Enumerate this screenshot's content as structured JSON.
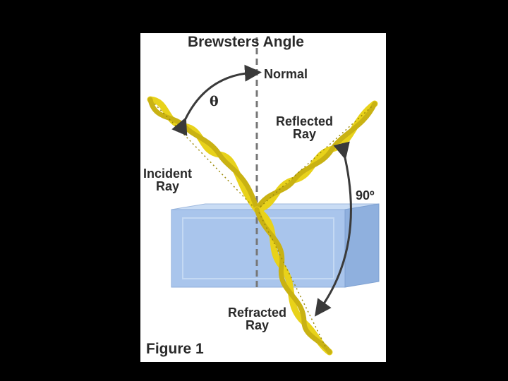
{
  "diagram": {
    "title": "Brewsters Angle",
    "normal_label": "Normal",
    "theta_label": "θ",
    "reflected_label": [
      "Reflected",
      "Ray"
    ],
    "incident_label": [
      "Incident",
      "Ray"
    ],
    "angle_label": "90º",
    "refracted_label": [
      "Refracted",
      "Ray"
    ],
    "figure_label": "Figure 1"
  },
  "colors": {
    "background": "#000000",
    "panel": "#ffffff",
    "wave": "#e8d21a",
    "wave_dark": "#9c8a0a",
    "block_top": "#c9dcf4",
    "block_front": "#a9c5ec",
    "block_side": "#8fb0de",
    "normal_line": "#777777",
    "arrow": "#3a3a3a"
  }
}
